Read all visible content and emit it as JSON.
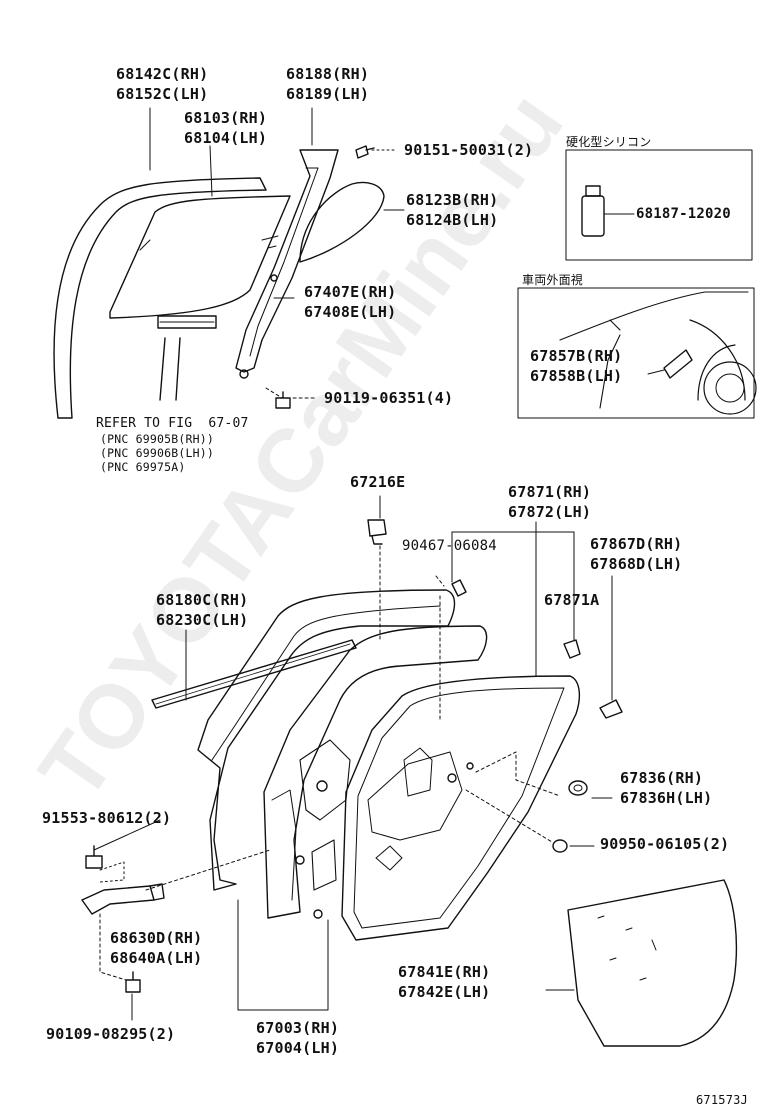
{
  "watermark": "TOYOTACarMine.ru",
  "diagram_code": "671573J",
  "callouts": {
    "c68142c": "68142C(RH)\n68152C(LH)",
    "c68188": "68188(RH)\n68189(LH)",
    "c68103": "68103(RH)\n68104(LH)",
    "c90151": "90151-50031(2)",
    "c68123b": "68123B(RH)\n68124B(LH)",
    "c67407e": "67407E(RH)\n67408E(LH)",
    "c90119": "90119-06351(4)",
    "c67216e": "67216E",
    "c67871": "67871(RH)\n67872(LH)",
    "c90467": "90467-06084",
    "c67867d": "67867D(RH)\n67868D(LH)",
    "c67871a": "67871A",
    "c68180c": "68180C(RH)\n68230C(LH)",
    "c67836": "67836(RH)\n67836H(LH)",
    "c91553": "91553-80612(2)",
    "c90950": "90950-06105(2)",
    "c68630d": "68630D(RH)\n68640A(LH)",
    "c67841e": "67841E(RH)\n67842E(LH)",
    "c90109": "90109-08295(2)",
    "c67003": "67003(RH)\n67004(LH)"
  },
  "refer_note": {
    "line1": "REFER TO FIG  67-07",
    "line2": "(PNC 69905B(RH))\n(PNC 69906B(LH))\n(PNC 69975A)"
  },
  "silicone_box": {
    "title": "硬化型シリコン",
    "part": "68187-12020"
  },
  "exterior_box": {
    "title": "車両外面視",
    "part": "67857B(RH)\n67858B(LH)"
  }
}
